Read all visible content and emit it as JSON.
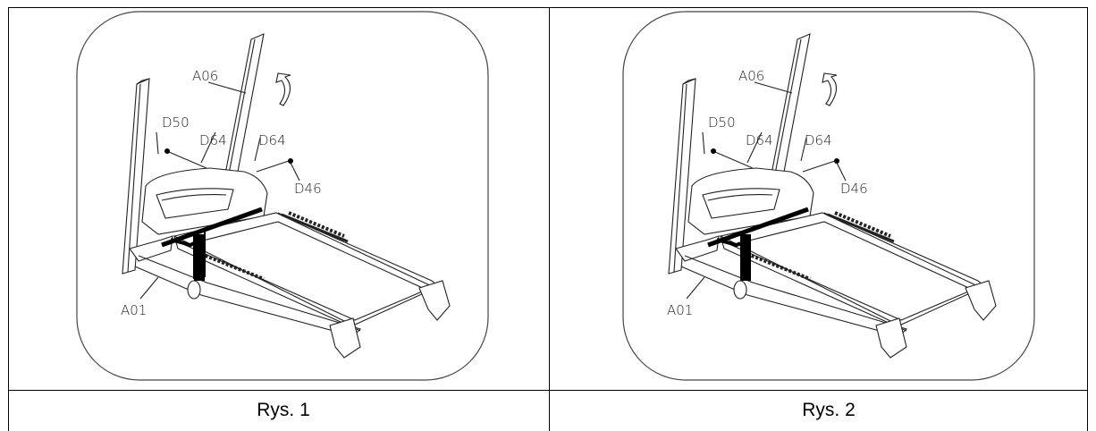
{
  "figures": [
    {
      "caption": "Rys. 1",
      "labels": {
        "a06": "A06",
        "d50": "D50",
        "d64_left": "D64",
        "d64_right": "D64",
        "d46": "D46",
        "a01": "A01"
      }
    },
    {
      "caption": "Rys. 2",
      "labels": {
        "a06": "A06",
        "d50": "D50",
        "d64_left": "D64",
        "d64_right": "D64",
        "d46": "D46",
        "a01": "A01"
      }
    }
  ]
}
